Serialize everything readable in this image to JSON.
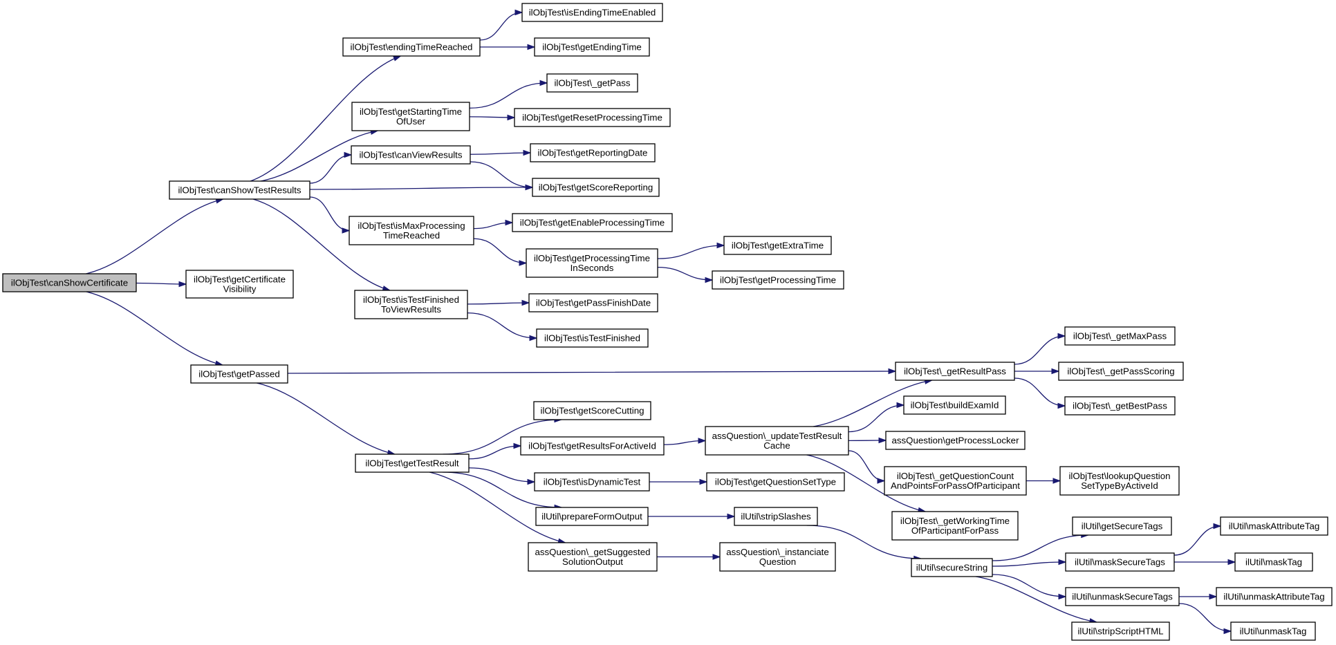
{
  "colors": {
    "edge": "#191970",
    "root_fill": "#bfbfbf",
    "node_fill": "#ffffff",
    "border": "#000000"
  },
  "nodes": [
    {
      "id": "canShowCertificate",
      "lines": [
        "ilObjTest\\canShowCertificate"
      ],
      "root": true
    },
    {
      "id": "canShowTestResults",
      "lines": [
        "ilObjTest\\canShowTestResults"
      ]
    },
    {
      "id": "getCertificateVisibility",
      "lines": [
        "ilObjTest\\getCertificate",
        "Visibility"
      ]
    },
    {
      "id": "getPassed",
      "lines": [
        "ilObjTest\\getPassed"
      ]
    },
    {
      "id": "endingTimeReached",
      "lines": [
        "ilObjTest\\endingTimeReached"
      ]
    },
    {
      "id": "getStartingTimeOfUser",
      "lines": [
        "ilObjTest\\getStartingTime",
        "OfUser"
      ]
    },
    {
      "id": "canViewResults",
      "lines": [
        "ilObjTest\\canViewResults"
      ]
    },
    {
      "id": "isMaxProcessingTimeReached",
      "lines": [
        "ilObjTest\\isMaxProcessing",
        "TimeReached"
      ]
    },
    {
      "id": "isTestFinishedToViewResults",
      "lines": [
        "ilObjTest\\isTestFinished",
        "ToViewResults"
      ]
    },
    {
      "id": "getTestResult",
      "lines": [
        "ilObjTest\\getTestResult"
      ]
    },
    {
      "id": "isEndingTimeEnabled",
      "lines": [
        "ilObjTest\\isEndingTimeEnabled"
      ]
    },
    {
      "id": "getEndingTime",
      "lines": [
        "ilObjTest\\getEndingTime"
      ]
    },
    {
      "id": "_getPass",
      "lines": [
        "ilObjTest\\_getPass"
      ]
    },
    {
      "id": "getResetProcessingTime",
      "lines": [
        "ilObjTest\\getResetProcessingTime"
      ]
    },
    {
      "id": "getReportingDate",
      "lines": [
        "ilObjTest\\getReportingDate"
      ]
    },
    {
      "id": "getScoreReporting",
      "lines": [
        "ilObjTest\\getScoreReporting"
      ]
    },
    {
      "id": "getEnableProcessingTime",
      "lines": [
        "ilObjTest\\getEnableProcessingTime"
      ]
    },
    {
      "id": "getProcessingTimeInSeconds",
      "lines": [
        "ilObjTest\\getProcessingTime",
        "InSeconds"
      ]
    },
    {
      "id": "getPassFinishDate",
      "lines": [
        "ilObjTest\\getPassFinishDate"
      ]
    },
    {
      "id": "isTestFinished",
      "lines": [
        "ilObjTest\\isTestFinished"
      ]
    },
    {
      "id": "getScoreCutting",
      "lines": [
        "ilObjTest\\getScoreCutting"
      ]
    },
    {
      "id": "getResultsForActiveId",
      "lines": [
        "ilObjTest\\getResultsForActiveId"
      ]
    },
    {
      "id": "isDynamicTest",
      "lines": [
        "ilObjTest\\isDynamicTest"
      ]
    },
    {
      "id": "prepareFormOutput",
      "lines": [
        "ilUtil\\prepareFormOutput"
      ]
    },
    {
      "id": "_getSuggestedSolutionOutput",
      "lines": [
        "assQuestion\\_getSuggested",
        "SolutionOutput"
      ]
    },
    {
      "id": "getExtraTime",
      "lines": [
        "ilObjTest\\getExtraTime"
      ]
    },
    {
      "id": "getProcessingTime",
      "lines": [
        "ilObjTest\\getProcessingTime"
      ]
    },
    {
      "id": "_updateTestResultCache",
      "lines": [
        "assQuestion\\_updateTestResult",
        "Cache"
      ]
    },
    {
      "id": "getQuestionSetType",
      "lines": [
        "ilObjTest\\getQuestionSetType"
      ]
    },
    {
      "id": "stripSlashes",
      "lines": [
        "ilUtil\\stripSlashes"
      ]
    },
    {
      "id": "_instanciateQuestion",
      "lines": [
        "assQuestion\\_instanciate",
        "Question"
      ]
    },
    {
      "id": "_getResultPass",
      "lines": [
        "ilObjTest\\_getResultPass"
      ]
    },
    {
      "id": "buildExamId",
      "lines": [
        "ilObjTest\\buildExamId"
      ]
    },
    {
      "id": "getProcessLocker",
      "lines": [
        "assQuestion\\getProcessLocker"
      ]
    },
    {
      "id": "_getQuestionCountAndPointsForPassOfParticipant",
      "lines": [
        "ilObjTest\\_getQuestionCount",
        "AndPointsForPassOfParticipant"
      ]
    },
    {
      "id": "_getWorkingTimeOfParticipantForPass",
      "lines": [
        "ilObjTest\\_getWorkingTime",
        "OfParticipantForPass"
      ]
    },
    {
      "id": "secureString",
      "lines": [
        "ilUtil\\secureString"
      ]
    },
    {
      "id": "_getMaxPass",
      "lines": [
        "ilObjTest\\_getMaxPass"
      ]
    },
    {
      "id": "_getPassScoring",
      "lines": [
        "ilObjTest\\_getPassScoring"
      ]
    },
    {
      "id": "_getBestPass",
      "lines": [
        "ilObjTest\\_getBestPass"
      ]
    },
    {
      "id": "lookupQuestionSetTypeByActiveId",
      "lines": [
        "ilObjTest\\lookupQuestion",
        "SetTypeByActiveId"
      ]
    },
    {
      "id": "getSecureTags",
      "lines": [
        "ilUtil\\getSecureTags"
      ]
    },
    {
      "id": "maskSecureTags",
      "lines": [
        "ilUtil\\maskSecureTags"
      ]
    },
    {
      "id": "unmaskSecureTags",
      "lines": [
        "ilUtil\\unmaskSecureTags"
      ]
    },
    {
      "id": "stripScriptHTML",
      "lines": [
        "ilUtil\\stripScriptHTML"
      ]
    },
    {
      "id": "maskAttributeTag",
      "lines": [
        "ilUtil\\maskAttributeTag"
      ]
    },
    {
      "id": "maskTag",
      "lines": [
        "ilUtil\\maskTag"
      ]
    },
    {
      "id": "unmaskAttributeTag",
      "lines": [
        "ilUtil\\unmaskAttributeTag"
      ]
    },
    {
      "id": "unmaskTag",
      "lines": [
        "ilUtil\\unmaskTag"
      ]
    }
  ],
  "edges": [
    [
      "canShowCertificate",
      "canShowTestResults"
    ],
    [
      "canShowCertificate",
      "getCertificateVisibility"
    ],
    [
      "canShowCertificate",
      "getPassed"
    ],
    [
      "canShowTestResults",
      "endingTimeReached"
    ],
    [
      "canShowTestResults",
      "getStartingTimeOfUser"
    ],
    [
      "canShowTestResults",
      "canViewResults"
    ],
    [
      "canShowTestResults",
      "getScoreReporting"
    ],
    [
      "canShowTestResults",
      "isMaxProcessingTimeReached"
    ],
    [
      "canShowTestResults",
      "isTestFinishedToViewResults"
    ],
    [
      "endingTimeReached",
      "isEndingTimeEnabled"
    ],
    [
      "endingTimeReached",
      "getEndingTime"
    ],
    [
      "getStartingTimeOfUser",
      "_getPass"
    ],
    [
      "getStartingTimeOfUser",
      "getResetProcessingTime"
    ],
    [
      "canViewResults",
      "getReportingDate"
    ],
    [
      "canViewResults",
      "getScoreReporting"
    ],
    [
      "isMaxProcessingTimeReached",
      "getEnableProcessingTime"
    ],
    [
      "isMaxProcessingTimeReached",
      "getProcessingTimeInSeconds"
    ],
    [
      "getProcessingTimeInSeconds",
      "getExtraTime"
    ],
    [
      "getProcessingTimeInSeconds",
      "getProcessingTime"
    ],
    [
      "isTestFinishedToViewResults",
      "getPassFinishDate"
    ],
    [
      "isTestFinishedToViewResults",
      "isTestFinished"
    ],
    [
      "getPassed",
      "_getResultPass"
    ],
    [
      "getPassed",
      "getTestResult"
    ],
    [
      "getTestResult",
      "getScoreCutting"
    ],
    [
      "getTestResult",
      "getResultsForActiveId"
    ],
    [
      "getTestResult",
      "isDynamicTest"
    ],
    [
      "getTestResult",
      "prepareFormOutput"
    ],
    [
      "getTestResult",
      "_getSuggestedSolutionOutput"
    ],
    [
      "getResultsForActiveId",
      "_updateTestResultCache"
    ],
    [
      "_updateTestResultCache",
      "_getResultPass"
    ],
    [
      "_updateTestResultCache",
      "buildExamId"
    ],
    [
      "_updateTestResultCache",
      "getProcessLocker"
    ],
    [
      "_updateTestResultCache",
      "_getQuestionCountAndPointsForPassOfParticipant"
    ],
    [
      "_updateTestResultCache",
      "_getWorkingTimeOfParticipantForPass"
    ],
    [
      "_getResultPass",
      "_getMaxPass"
    ],
    [
      "_getResultPass",
      "_getPassScoring"
    ],
    [
      "_getResultPass",
      "_getBestPass"
    ],
    [
      "_getQuestionCountAndPointsForPassOfParticipant",
      "lookupQuestionSetTypeByActiveId"
    ],
    [
      "isDynamicTest",
      "getQuestionSetType"
    ],
    [
      "prepareFormOutput",
      "stripSlashes"
    ],
    [
      "stripSlashes",
      "secureString"
    ],
    [
      "_getSuggestedSolutionOutput",
      "_instanciateQuestion"
    ],
    [
      "secureString",
      "getSecureTags"
    ],
    [
      "secureString",
      "maskSecureTags"
    ],
    [
      "secureString",
      "unmaskSecureTags"
    ],
    [
      "secureString",
      "stripScriptHTML"
    ],
    [
      "maskSecureTags",
      "maskAttributeTag"
    ],
    [
      "maskSecureTags",
      "maskTag"
    ],
    [
      "unmaskSecureTags",
      "unmaskAttributeTag"
    ],
    [
      "unmaskSecureTags",
      "unmaskTag"
    ]
  ]
}
